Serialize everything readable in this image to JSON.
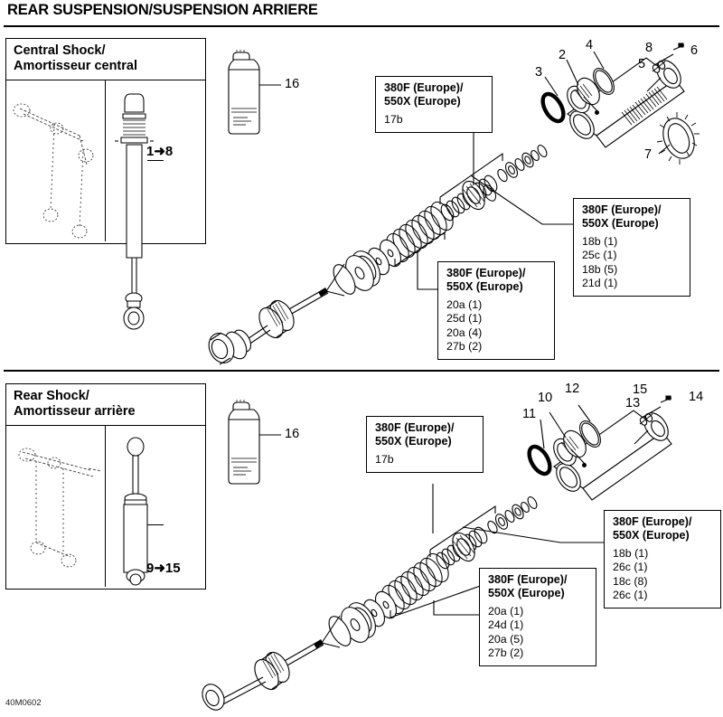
{
  "header": {
    "title": "REAR SUSPENSION/SUSPENSION ARRIERE"
  },
  "footer": {
    "code": "40M0602"
  },
  "sections": [
    {
      "id": "central-shock",
      "inset": {
        "title_en": "Central Shock/",
        "title_fr": "Amortisseur central",
        "range_label": "1➜8"
      },
      "spray_can_label": "16",
      "callouts": [
        {
          "id": "top-17b",
          "title_line1": "380F (Europe)/",
          "title_line2": "550X (Europe)",
          "items": [
            "17b"
          ]
        },
        {
          "id": "right-18b",
          "title_line1": "380F (Europe)/",
          "title_line2": "550X (Europe)",
          "items": [
            "18b (1)",
            "25c (1)",
            "18b (5)",
            "21d (1)"
          ]
        },
        {
          "id": "mid-20a",
          "title_line1": "380F (Europe)/",
          "title_line2": "550X (Europe)",
          "items": [
            "20a (1)",
            "25d (1)",
            "20a (4)",
            "27b (2)"
          ]
        }
      ],
      "part_numbers": [
        "2",
        "3",
        "4",
        "5",
        "6",
        "7",
        "8"
      ]
    },
    {
      "id": "rear-shock",
      "inset": {
        "title_en": "Rear Shock/",
        "title_fr": "Amortisseur arrière",
        "range_label": "9➜15"
      },
      "spray_can_label": "16",
      "callouts": [
        {
          "id": "bot-17b",
          "title_line1": "380F (Europe)/",
          "title_line2": "550X (Europe)",
          "items": [
            "17b"
          ]
        },
        {
          "id": "bot-right-18b",
          "title_line1": "380F (Europe)/",
          "title_line2": "550X (Europe)",
          "items": [
            "18b (1)",
            "26c (1)",
            "18c (8)",
            "26c (1)"
          ]
        },
        {
          "id": "bot-mid-20a",
          "title_line1": "380F (Europe)/",
          "title_line2": "550X (Europe)",
          "items": [
            "20a (1)",
            "24d (1)",
            "20a (5)",
            "27b (2)"
          ]
        }
      ],
      "part_numbers": [
        "10",
        "11",
        "12",
        "13",
        "14",
        "15"
      ]
    }
  ]
}
